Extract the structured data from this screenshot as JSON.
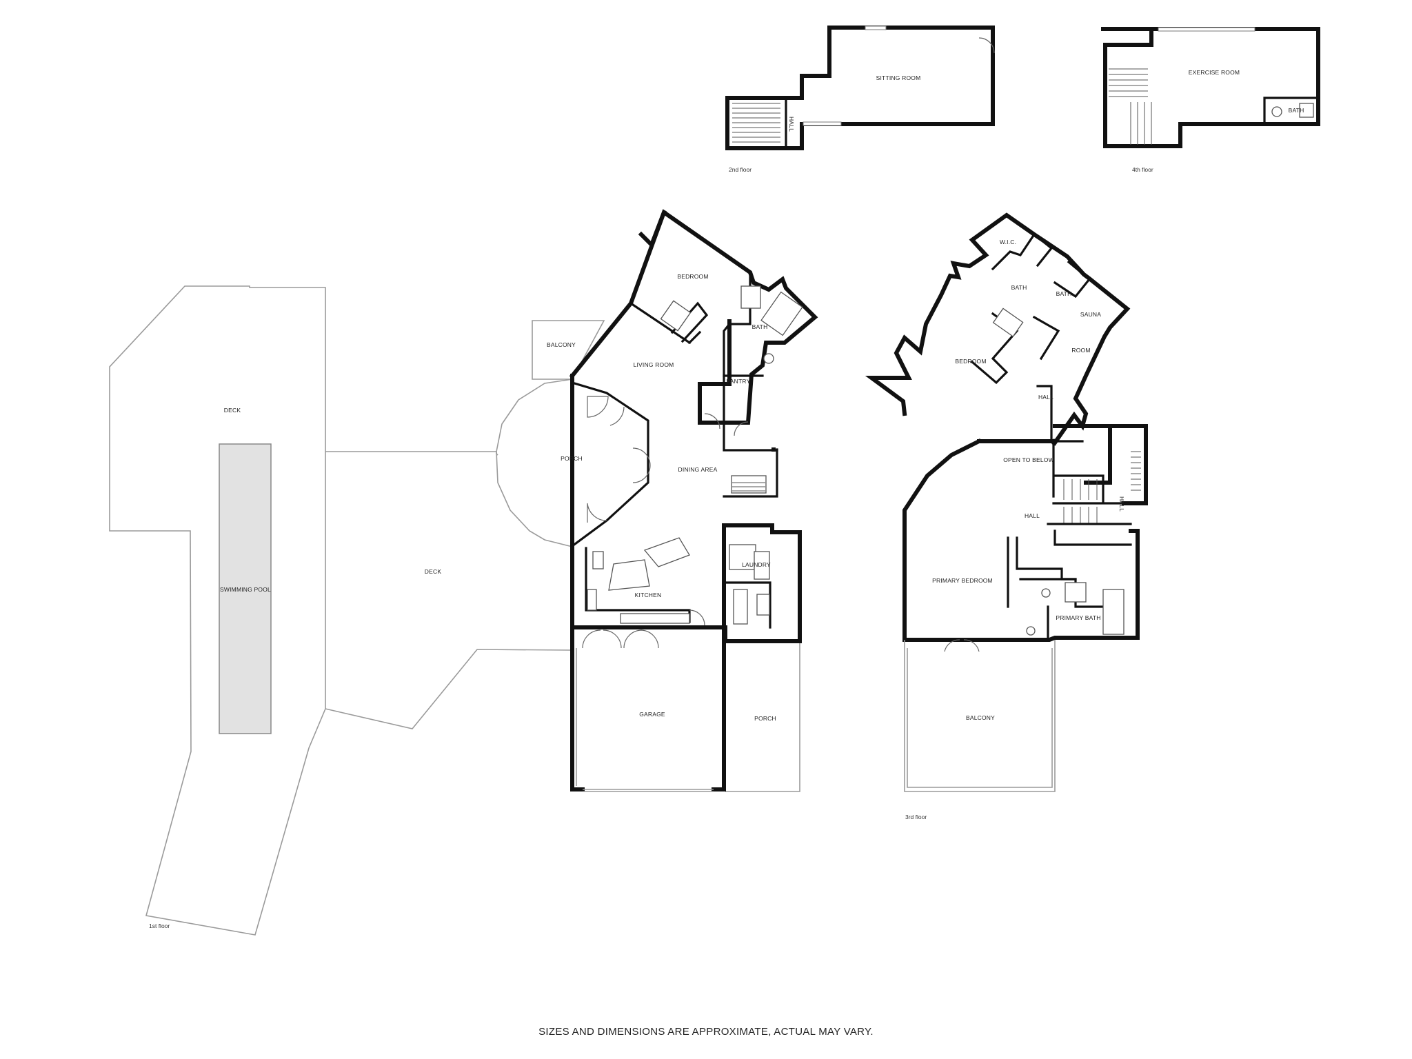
{
  "floors": {
    "first": "1st floor",
    "second": "2nd floor",
    "third": "3rd floor",
    "fourth": "4th floor"
  },
  "rooms": {
    "first": {
      "deck_left": "DECK",
      "swimming_pool": "SWIMMING POOL",
      "deck_main": "DECK",
      "balcony": "BALCONY",
      "bedroom": "BEDROOM",
      "bath": "BATH",
      "living_room": "LIVING ROOM",
      "pantry": "PANTRY",
      "porch_round": "PORCH",
      "dining_area": "DINING AREA",
      "laundry": "LAUNDRY",
      "kitchen": "KITCHEN",
      "garage": "GARAGE",
      "porch_side": "PORCH"
    },
    "second": {
      "sitting_room": "SITTING ROOM",
      "hall": "HALL"
    },
    "third": {
      "wic": "W.I.C.",
      "bath_main": "BATH",
      "bath_small": "BATH",
      "sauna": "SAUNA",
      "bedroom": "BEDROOM",
      "room": "ROOM",
      "hall_upper": "HALL",
      "open_to_below": "OPEN TO BELOW",
      "hall_side": "HALL",
      "hall_lower": "HALL",
      "primary_bedroom": "PRIMARY BEDROOM",
      "primary_bath": "PRIMARY BATH",
      "balcony": "BALCONY"
    },
    "fourth": {
      "exercise_room": "EXERCISE ROOM",
      "bath": "BATH"
    }
  },
  "disclaimer": "SIZES AND DIMENSIONS ARE APPROXIMATE, ACTUAL MAY VARY."
}
